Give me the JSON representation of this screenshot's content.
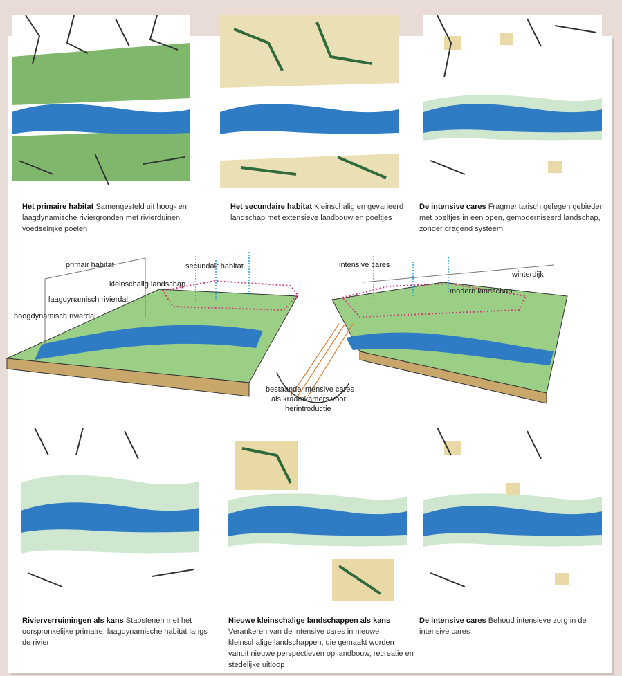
{
  "top_panels": [
    {
      "title": "Het primaire habitat",
      "text": "Samengesteld uit hoog- en laagdynamische riviergronden met rivierduinen, voedselrijke poelen",
      "style": "primary"
    },
    {
      "title": "Het secundaire habitat",
      "text": "Kleinschalig en gevarieerd landschap met extensieve landbouw en poeltjes",
      "style": "secondary"
    },
    {
      "title": "De intensive cares",
      "text": "Fragmentarisch gelegen gebieden met poeltjes in een open, gemoderniseerd landschap, zonder dragend systeem",
      "style": "intensive"
    }
  ],
  "bottom_panels": [
    {
      "title": "Rivierverruimingen als kans",
      "text": "Stapstenen met het oorspronkelijke primaire, laagdynamische habitat langs de rivier",
      "style": "widening"
    },
    {
      "title": "Nieuwe kleinschalige landschappen als kans",
      "text": "Verankeren van de intensive cares in nieuwe kleinschalige landschappen, die gemaakt worden vanuit nieuwe perspectieven op landbouw, recreatie en stedelijke uitloop",
      "style": "new_small"
    },
    {
      "title": "De intensive cares",
      "text": "Behoud intensieve zorg in de intensive cares",
      "style": "intensive"
    }
  ],
  "diagram_labels": {
    "primair": "primair habitat",
    "secundair": "secundair habitat",
    "kleinschalig": "kleinschalig landschap",
    "laagdynamisch": "laagdynamisch rivierdal",
    "hoogdynamisch": "hoogdynamisch rivierdal",
    "intensive": "intensive cares",
    "winterdijk": "winterdijk",
    "modern": "modern landschap",
    "center_line1": "bestaande intensive cares",
    "center_line2": "als kraamkamers voor",
    "center_line3": "herintroductie"
  },
  "colors": {
    "river": "#2f7cc4",
    "green": "#5aa651",
    "light_green": "#a8d49a",
    "sand": "#e9d9a6",
    "arrow": "#e07a2c",
    "dotted": "#d6337a",
    "pin": "#2aa1d8",
    "background": "#e9dcd6"
  }
}
